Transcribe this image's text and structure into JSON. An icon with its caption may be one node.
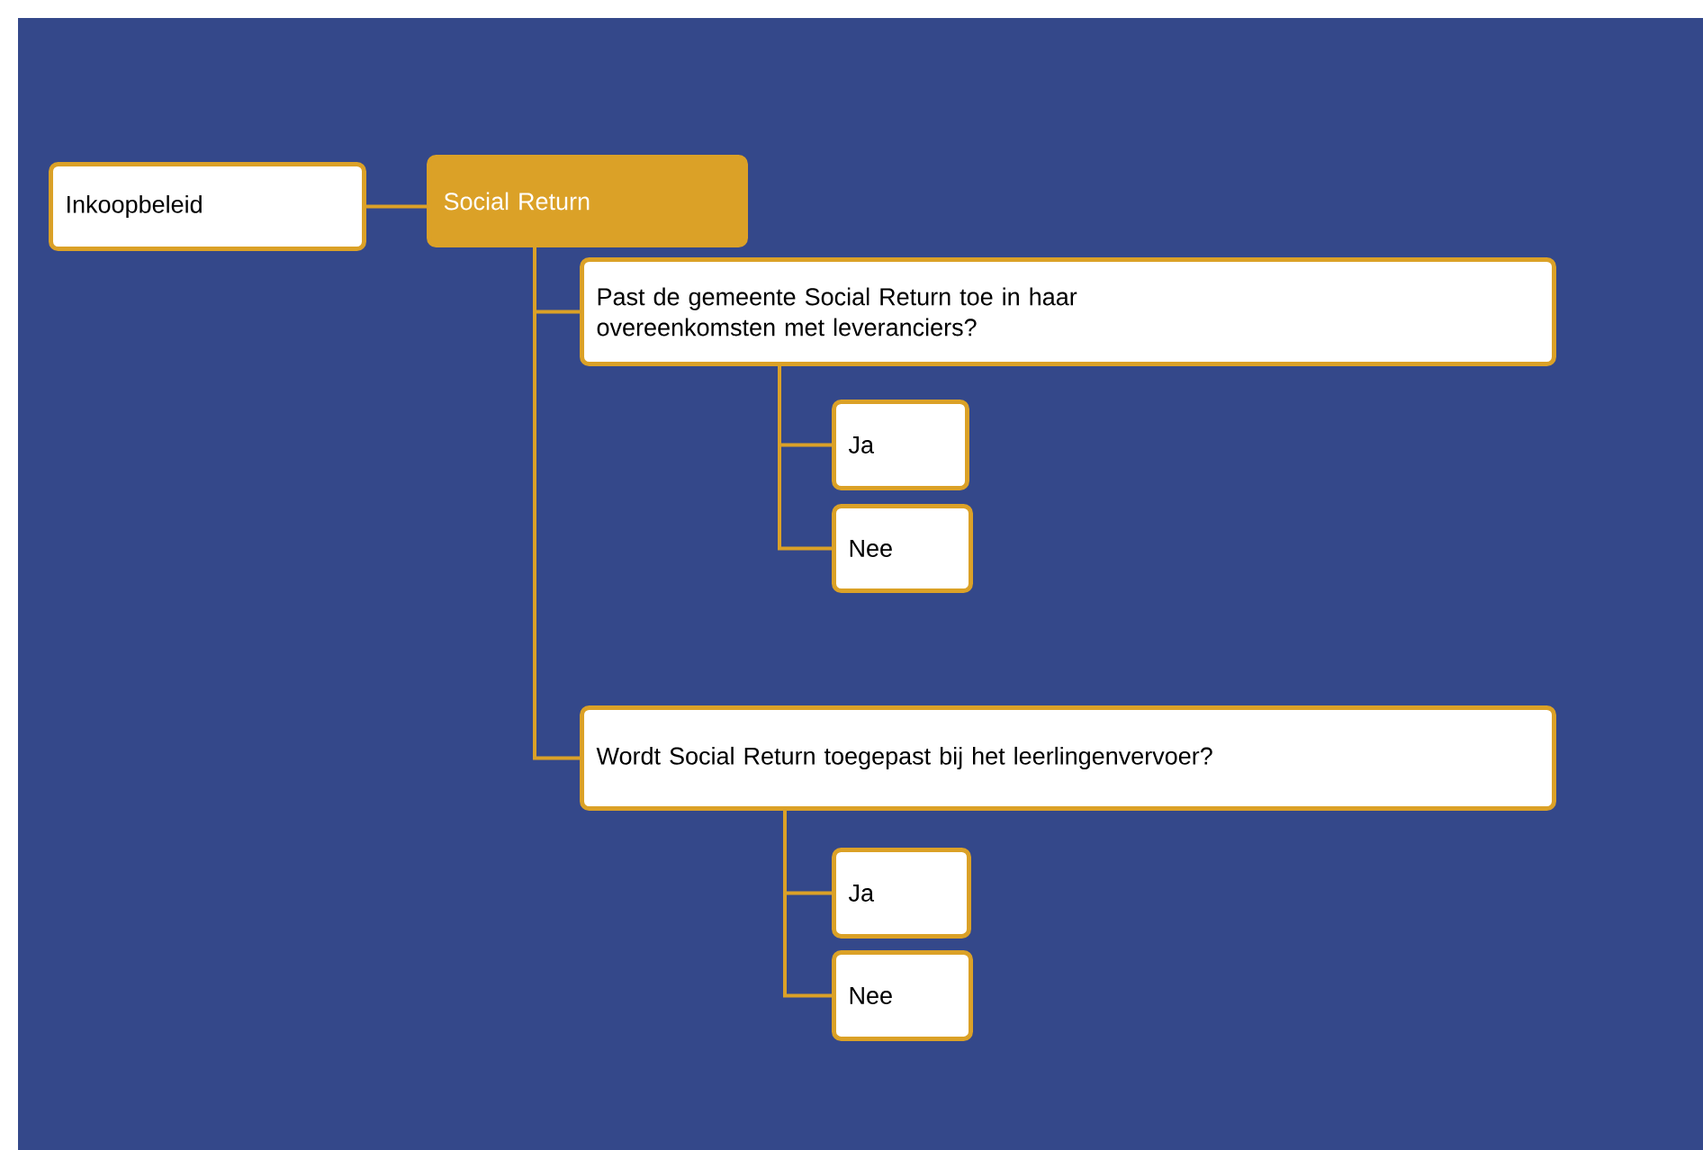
{
  "diagram": {
    "nodes": [
      {
        "text": [
          "Inkoopbeleid"
        ]
      },
      {
        "text": [
          "Social Return"
        ]
      },
      {
        "text": [
          "Past de gemeente Social Return toe in haar overeenkomsten met leveranciers?"
        ]
      },
      {
        "text": [
          "Ja"
        ]
      },
      {
        "text": [
          "Nee"
        ]
      },
      {
        "text": [
          "Wordt Social Return toegepast bij het leerlingenvervoer?"
        ]
      },
      {
        "text": [
          "Ja"
        ]
      },
      {
        "text": [
          "Nee"
        ]
      }
    ],
    "edges": [
      {
        "from": 0,
        "to": 1,
        "arrow": "none"
      },
      {
        "from": 1,
        "to": 2,
        "arrow": "none"
      },
      {
        "from": 1,
        "to": 5,
        "arrow": "none"
      },
      {
        "from": 2,
        "to": 3,
        "arrow": "none"
      },
      {
        "from": 2,
        "to": 4,
        "arrow": "none"
      },
      {
        "from": 5,
        "to": 6,
        "arrow": "none"
      },
      {
        "from": 5,
        "to": 7,
        "arrow": "none"
      }
    ]
  }
}
